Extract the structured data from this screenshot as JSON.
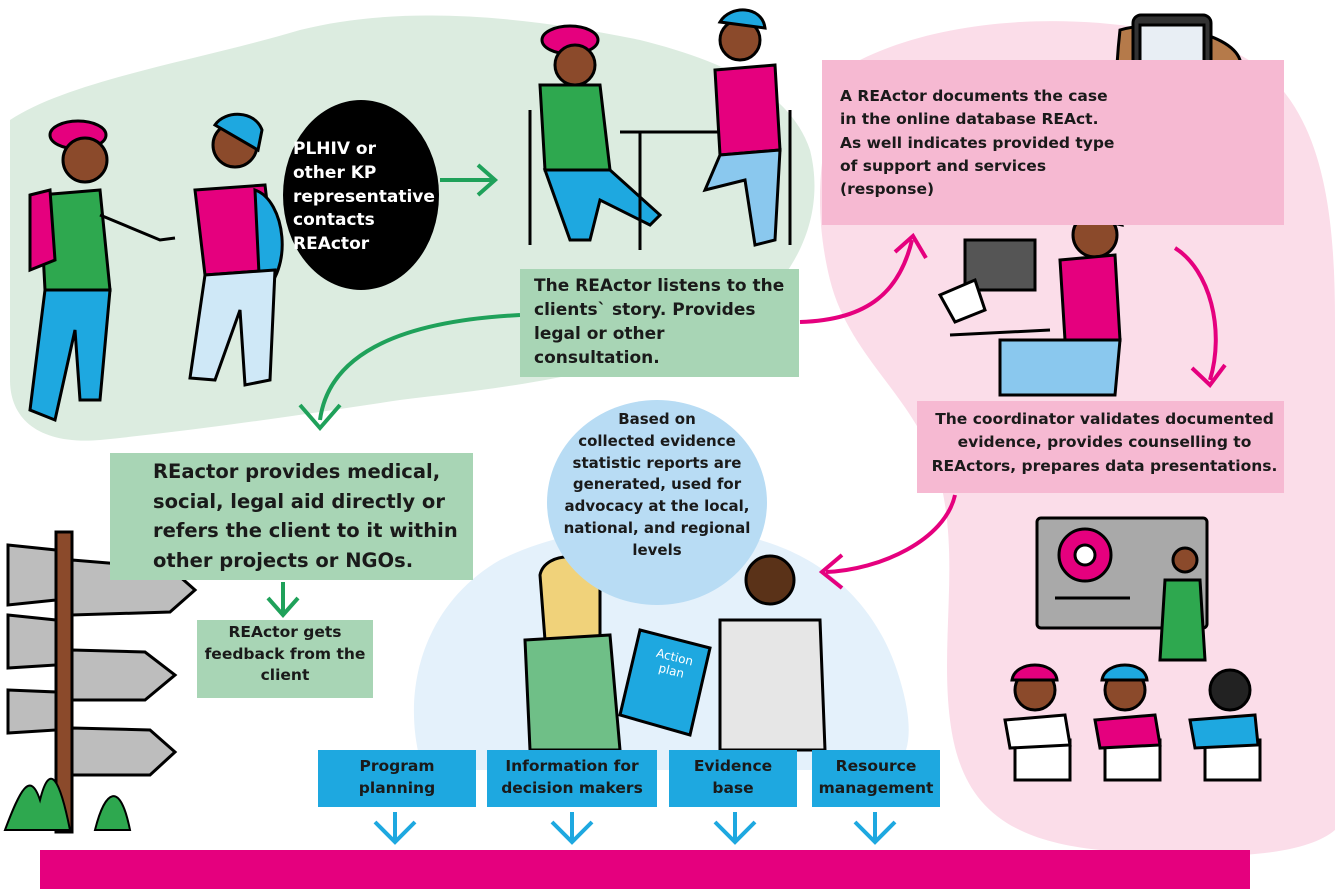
{
  "colors": {
    "green_box": "#a8d5b5",
    "pink_box": "#f6b9d2",
    "blue_bubble": "#b8dcf4",
    "output_blue": "#1ea8e0",
    "magenta": "#e5007e",
    "arrow_green": "#1fa15a",
    "arrow_pink": "#e5007e",
    "arrow_blue": "#1ea8e0"
  },
  "steps": {
    "contact": "PLHIV or\n other KP\nrepresentative\ncontacts\nREActor",
    "listen": "The REActor listens to the\nclients` story. Provides\nlegal or other\nconsultation.",
    "document": "A REActor documents  the case\nin the  online database REAct.\nAs well indicates provided type\nof support and services\n(response)",
    "coordinator": "The coordinator validates documented\nevidence, provides counselling to\nREActors, prepares data presentations.",
    "aid": "REactor provides medical,\nsocial, legal aid directly or\nrefers the client to it within\nother projects or NGOs.",
    "feedback": "REActor gets\nfeedback from the\nclient",
    "evidence": "Based on\ncollected evidence\nstatistic reports are\ngenerated, used for\nadvocacy at the local,\nnational, and regional\nlevels"
  },
  "illustration": {
    "action_plan_label": "Action\nplan"
  },
  "outputs": [
    {
      "label": "Program\nplanning"
    },
    {
      "label": "Information for\ndecision makers"
    },
    {
      "label": "Evidence\nbase"
    },
    {
      "label": "Resource\nmanagement"
    }
  ]
}
